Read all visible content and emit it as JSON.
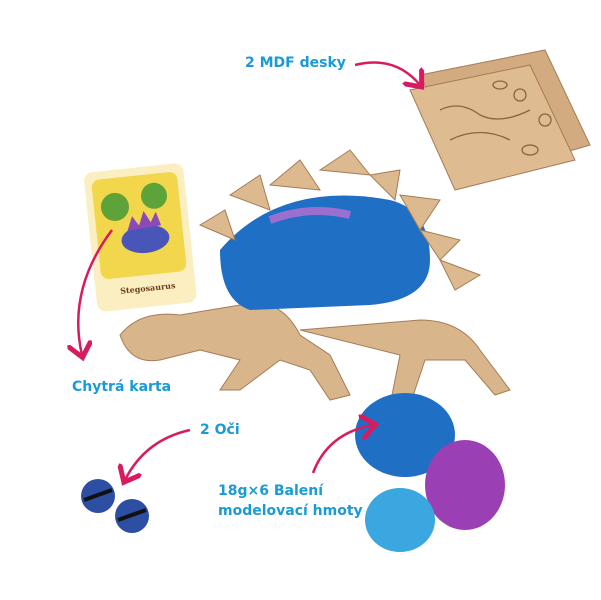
{
  "labels": {
    "mdf": "2 MDF desky",
    "card": "Chytrá karta",
    "eyes": "2 Oči",
    "clay_line1": "18g×6 Balení",
    "clay_line2": "modelovací hmoty"
  },
  "card": {
    "title": "Stegosaurus"
  },
  "colors": {
    "label": "#1a9ad6",
    "arrow": "#d81b60",
    "wood": "#d9b58c",
    "clay_blue": "#1f6fc4",
    "clay_purple": "#9b3fb5",
    "clay_light": "#3aa7e0",
    "card": "#f2d64b"
  }
}
